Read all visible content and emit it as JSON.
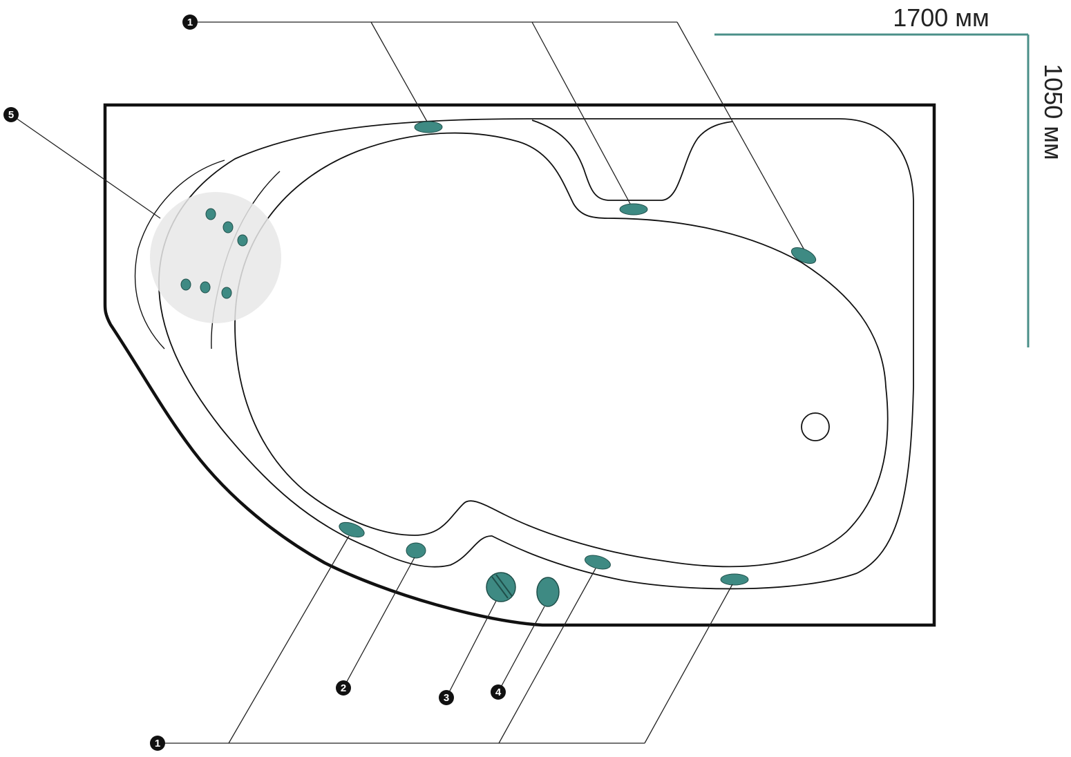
{
  "dimensions": {
    "width_label": "1700 мм",
    "height_label": "1050 мм"
  },
  "callouts": {
    "jet_top": "1",
    "jet_bottom": "1",
    "jet_small": "2",
    "overflow": "3",
    "control": "4",
    "backrest_jets": "5"
  },
  "colors": {
    "jet": "#3e8a83",
    "dimension_line": "#4a8f88",
    "outline": "#111111",
    "backrest_zone": "#e8e8e8",
    "marker": "#111111"
  }
}
